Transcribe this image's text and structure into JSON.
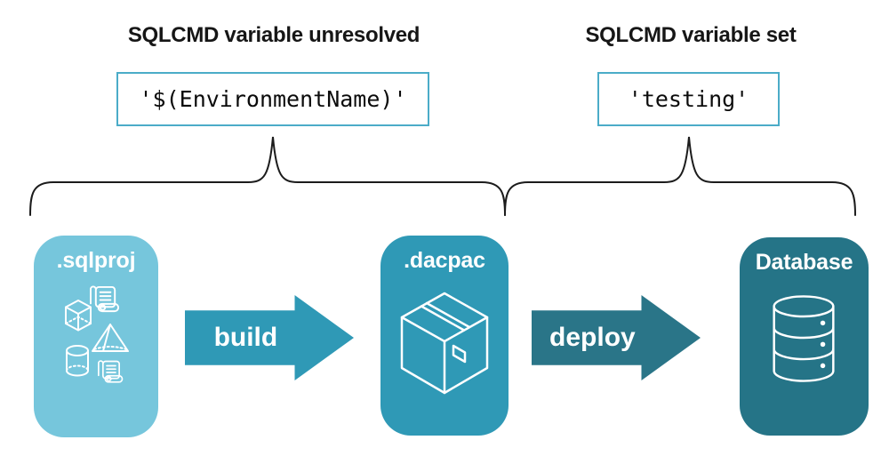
{
  "left_group": {
    "title": "SQLCMD variable unresolved",
    "code": "'$(EnvironmentName)'"
  },
  "right_group": {
    "title": "SQLCMD variable set",
    "code": "'testing'"
  },
  "pipeline": {
    "sqlproj_label": ".sqlproj",
    "build_label": "build",
    "dacpac_label": ".dacpac",
    "deploy_label": "deploy",
    "database_label": "Database"
  },
  "icons": {
    "sqlproj": [
      "scroll-icon",
      "cube-icon",
      "pyramid-icon",
      "cylinder-icon",
      "scroll-icon"
    ],
    "dacpac": "package-icon",
    "database": "database-icon"
  },
  "colors": {
    "sqlproj_fill": "#76C6DC",
    "dacpac_fill": "#2F99B6",
    "database_fill": "#257487",
    "build_arrow_fill": "#2F99B6",
    "deploy_arrow_fill": "#2A7588",
    "code_box_border": "#4BACC8",
    "brace_stroke": "#1C1C1C",
    "icon_stroke": "#FFFFFF",
    "title_text": "#161616"
  }
}
